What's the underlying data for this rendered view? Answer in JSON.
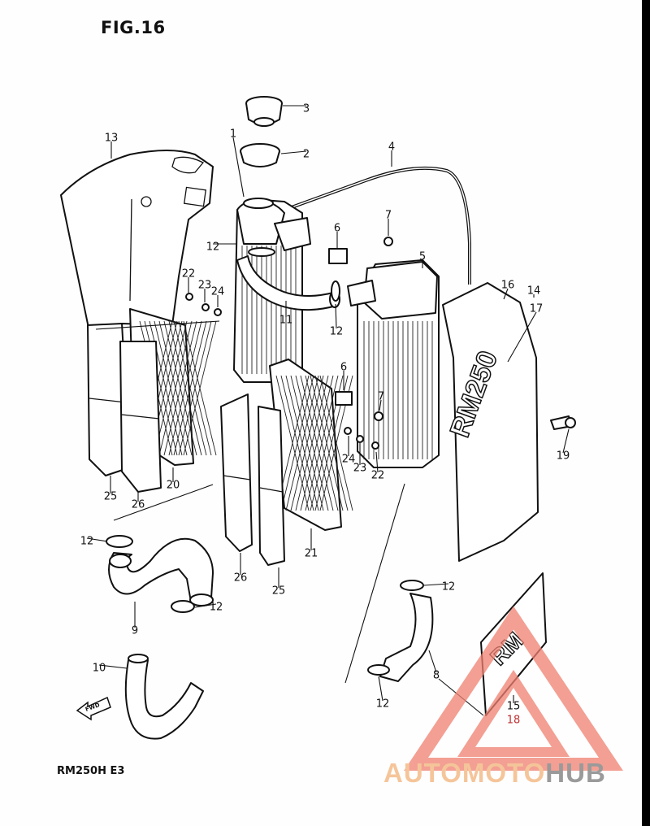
{
  "figure": {
    "title": "FIG.16",
    "model": "RM250H  E3"
  },
  "callouts": [
    {
      "id": "c1",
      "text": "1"
    },
    {
      "id": "c2",
      "text": "2"
    },
    {
      "id": "c3",
      "text": "3"
    },
    {
      "id": "c4",
      "text": "4"
    },
    {
      "id": "c5",
      "text": "5"
    },
    {
      "id": "c6a",
      "text": "6"
    },
    {
      "id": "c6b",
      "text": "6"
    },
    {
      "id": "c7a",
      "text": "7"
    },
    {
      "id": "c7b",
      "text": "7"
    },
    {
      "id": "c8",
      "text": "8"
    },
    {
      "id": "c9",
      "text": "9"
    },
    {
      "id": "c10",
      "text": "10"
    },
    {
      "id": "c11",
      "text": "11"
    },
    {
      "id": "c12a",
      "text": "12"
    },
    {
      "id": "c12b",
      "text": "12"
    },
    {
      "id": "c12c",
      "text": "12"
    },
    {
      "id": "c12d",
      "text": "12"
    },
    {
      "id": "c12e",
      "text": "12"
    },
    {
      "id": "c12f",
      "text": "12"
    },
    {
      "id": "c13",
      "text": "13"
    },
    {
      "id": "c14",
      "text": "14"
    },
    {
      "id": "c15",
      "text": "15"
    },
    {
      "id": "c16",
      "text": "16"
    },
    {
      "id": "c17",
      "text": "17"
    },
    {
      "id": "c18",
      "text": "18"
    },
    {
      "id": "c19",
      "text": "19"
    },
    {
      "id": "c20",
      "text": "20"
    },
    {
      "id": "c21",
      "text": "21"
    },
    {
      "id": "c22a",
      "text": "22"
    },
    {
      "id": "c22b",
      "text": "22"
    },
    {
      "id": "c23a",
      "text": "23"
    },
    {
      "id": "c23b",
      "text": "23"
    },
    {
      "id": "c24a",
      "text": "24"
    },
    {
      "id": "c24b",
      "text": "24"
    },
    {
      "id": "c25a",
      "text": "25"
    },
    {
      "id": "c25b",
      "text": "25"
    },
    {
      "id": "c26a",
      "text": "26"
    },
    {
      "id": "c26b",
      "text": "26"
    }
  ],
  "direction_tag": "FWD",
  "decal_text": "RM",
  "shroud_text": "RM250",
  "watermark": {
    "part1": "AUTOMOTO",
    "part2": "HUB",
    "color_main": "#f08070",
    "color_grey": "#9a9a9a"
  }
}
